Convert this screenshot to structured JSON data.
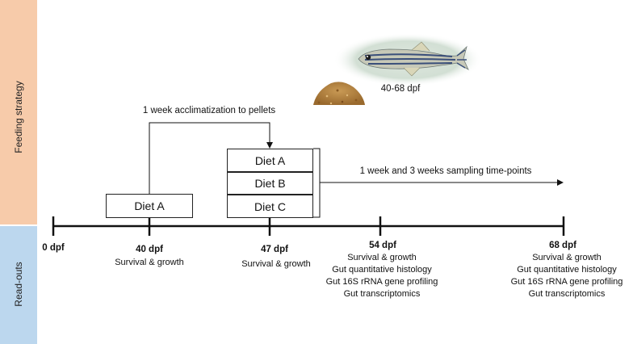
{
  "side_labels": {
    "feeding_strategy": "Feeding strategy",
    "read_outs": "Read-outs"
  },
  "acclimatization_label": "1 week acclimatization to pellets",
  "sampling_label": "1 week and 3 weeks sampling time-points",
  "fish_caption": "40-68 dpf",
  "diets": {
    "first": "Diet A",
    "group": [
      "Diet A",
      "Diet B",
      "Diet C"
    ]
  },
  "timeline": [
    {
      "day": "0 dpf",
      "readouts": []
    },
    {
      "day": "40 dpf",
      "readouts": [
        "Survival & growth"
      ]
    },
    {
      "day": "47 dpf",
      "readouts": [
        "Survival & growth"
      ]
    },
    {
      "day": "54 dpf",
      "readouts": [
        "Survival & growth",
        "Gut quantitative histology",
        "Gut 16S rRNA gene profiling",
        "Gut transcriptomics"
      ]
    },
    {
      "day": "68 dpf",
      "readouts": [
        "Survival & growth",
        "Gut quantitative histology",
        "Gut 16S rRNA gene profiling",
        "Gut transcriptomics"
      ]
    }
  ],
  "colors": {
    "feeding_band": "#f7cbaa",
    "readout_band": "#bcd7ee",
    "line": "#111111"
  },
  "icons": {
    "fish": "zebrafish-icon",
    "feed": "feed-pellet-pile-icon"
  }
}
